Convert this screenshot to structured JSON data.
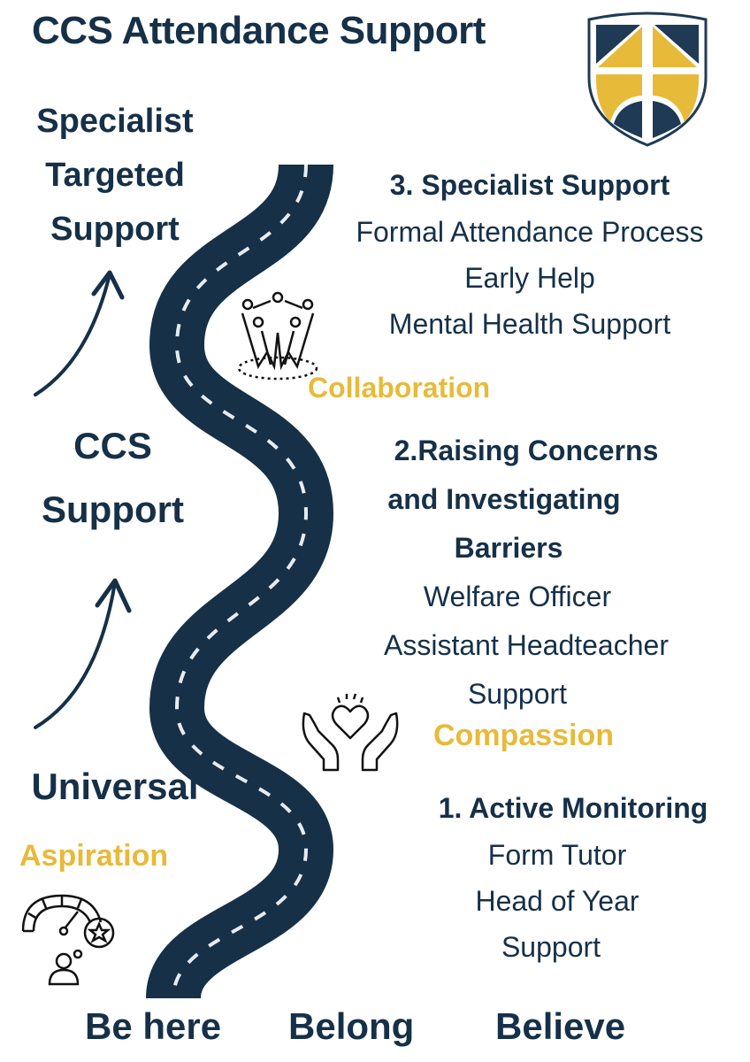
{
  "title": "CCS Attendance Support",
  "logo": {
    "icon": "shield-crest-icon",
    "colors": {
      "navy": "#1F3A55",
      "gold": "#E8BA3A"
    }
  },
  "tiers": {
    "top": [
      "Specialist",
      "Targeted",
      "Support"
    ],
    "middle": [
      "CCS",
      "Support"
    ],
    "bottom": "Universal"
  },
  "values": {
    "aspiration": {
      "label": "Aspiration",
      "icon": "speedometer-star-person-icon"
    },
    "collaboration": {
      "label": "Collaboration",
      "icon": "group-celebrating-icon"
    },
    "compassion": {
      "label": "Compassion",
      "icon": "hands-holding-heart-icon"
    }
  },
  "stages": [
    {
      "heading": [
        "3. Specialist Support"
      ],
      "items": [
        "Formal Attendance Process",
        "Early Help",
        "Mental Health Support"
      ]
    },
    {
      "heading": [
        "2.Raising Concerns",
        "and Investigating",
        "Barriers"
      ],
      "items": [
        "Welfare Officer",
        "Assistant Headteacher",
        "Support"
      ]
    },
    {
      "heading": [
        "1. Active Monitoring"
      ],
      "items": [
        "Form Tutor",
        "Head of Year",
        "Support"
      ]
    }
  ],
  "footer": [
    "Be here",
    "Belong",
    "Believe"
  ],
  "colors": {
    "navy": "#163048",
    "gold": "#E8BA3A",
    "background": "#FFFFFF"
  }
}
